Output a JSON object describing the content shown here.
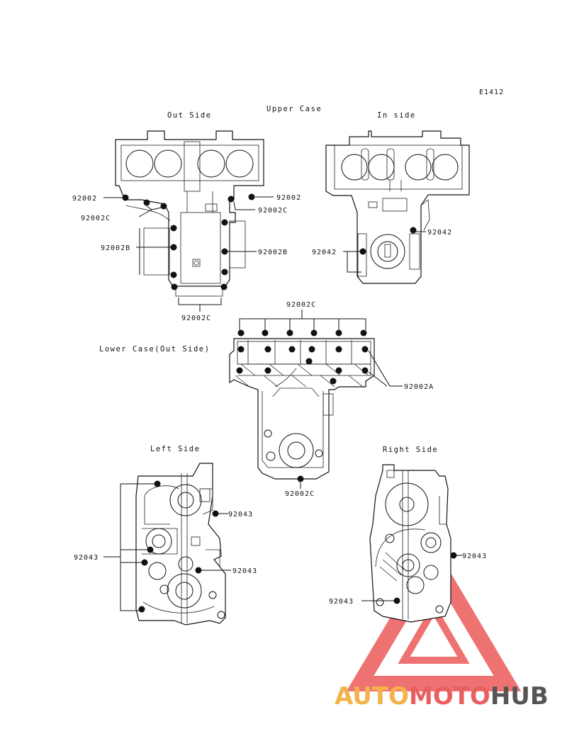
{
  "ref_code": "E1412",
  "section_headers": {
    "upper_case": "Upper Case",
    "out_side": "Out Side",
    "in_side": "In side",
    "lower_case_out_side": "Lower Case(Out Side)",
    "left_side": "Left Side",
    "right_side": "Right Side"
  },
  "callouts": {
    "uo_left_92002": "92002",
    "uo_left_92002c": "92002C",
    "uo_left_92002b": "92002B",
    "uo_bottom_92002c": "92002C",
    "uo_right_92002": "92002",
    "uo_right_92002c": "92002C",
    "uo_right_92002b": "92002B",
    "ui_right_92042": "92042",
    "ui_left_92042": "92042",
    "lc_top_92002c": "92002C",
    "lc_right_92002a": "92002A",
    "lc_bottom_92002c": "92002C",
    "ls_right_upper_92043": "92043",
    "ls_left_92043": "92043",
    "ls_right_lower_92043": "92043",
    "rs_right_92043": "92043",
    "rs_left_92043": "92043"
  },
  "watermark": {
    "part1": "AUTO",
    "part2": "MOTO",
    "part3": "HUB",
    "color1": "#f3b24a",
    "color2": "#e95f5f",
    "color3": "#555555",
    "triangle_color": "#ec5a5a"
  }
}
